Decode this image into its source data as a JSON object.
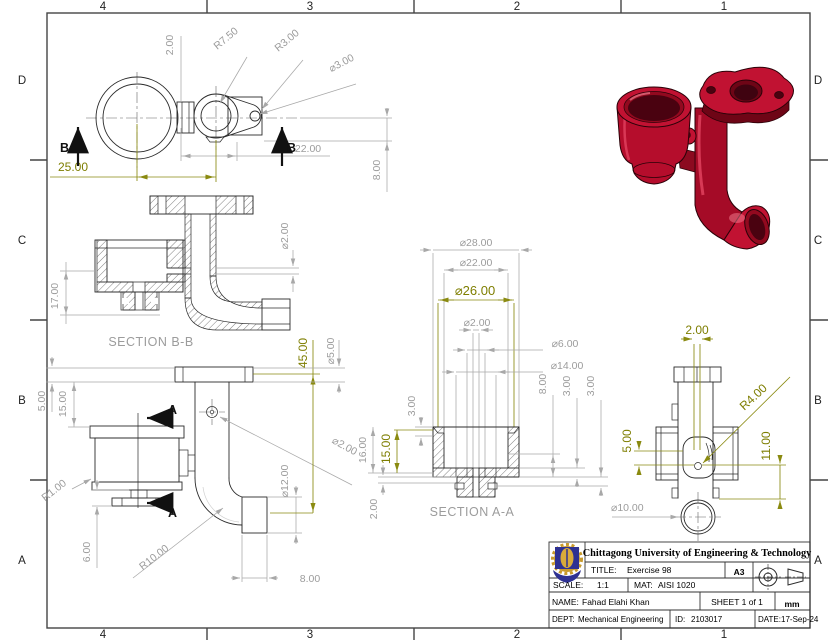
{
  "zones": {
    "cols": [
      "4",
      "3",
      "2",
      "1"
    ],
    "rows": [
      "D",
      "C",
      "B",
      "A"
    ]
  },
  "colors": {
    "edge": "#2b2b2b",
    "dim_gray": "#9c9c9c",
    "dim_olive": "#7e7e00",
    "red_base": "#b50d2c",
    "red_dark": "#6e0516",
    "red_mid": "#92091f",
    "red_light": "#e84a66"
  },
  "labels": {
    "section_bb": "SECTION B-B",
    "section_aa": "SECTION A-A",
    "cut_b": "B",
    "cut_a": "A"
  },
  "dims": {
    "tv_rib": "2.00",
    "tv_r75": "R7.50",
    "tv_r3": "R3.00",
    "tv_d3": "⌀3.00",
    "tv_22": "22.00",
    "tv_25": "25.00",
    "tv_8": "8.00",
    "bb_17": "17.00",
    "bb_d2": "⌀2.00",
    "fv_5": "5.00",
    "fv_15": "15.00",
    "fv_r1": "R1.00",
    "fv_6": "6.00",
    "fv_r10": "R10.00",
    "fv_8": "8.00",
    "fv_d12": "⌀12.00",
    "fv_d2": "⌀2.00",
    "fv_45": "45.00",
    "fv_d5": "⌀5.00",
    "aa_d28": "⌀28.00",
    "aa_d22": "⌀22.00",
    "aa_d26": "⌀26.00",
    "aa_d2": "⌀2.00",
    "aa_d6": "⌀6.00",
    "aa_d14": "⌀14.00",
    "aa_3a": "3.00",
    "aa_16": "16.00",
    "aa_15": "15.00",
    "aa_2": "2.00",
    "aa_8": "8.00",
    "aa_3b": "3.00",
    "aa_3c": "3.00",
    "sv_2": "2.00",
    "sv_r4": "R4.00",
    "sv_5": "5.00",
    "sv_11": "11.00",
    "sv_d10": "⌀10.00"
  },
  "title_block": {
    "university": "Chittagong University of Engineering & Technology",
    "title": {
      "label": "TITLE:",
      "value": "Exercise 98"
    },
    "paper_size": "A3",
    "scale": {
      "label": "SCALE:",
      "value": "1:1"
    },
    "material": {
      "label": "MAT:",
      "value": "AISI 1020"
    },
    "name": {
      "label": "NAME:",
      "value": "Fahad Elahi Khan"
    },
    "sheet": "SHEET 1 of 1",
    "units": "mm",
    "dept": {
      "label": "DEPT:",
      "value": "Mechanical Engineering"
    },
    "id": {
      "label": "ID:",
      "value": "2103017"
    },
    "date": {
      "label": "DATE:",
      "value": "17-Sep-24"
    }
  }
}
